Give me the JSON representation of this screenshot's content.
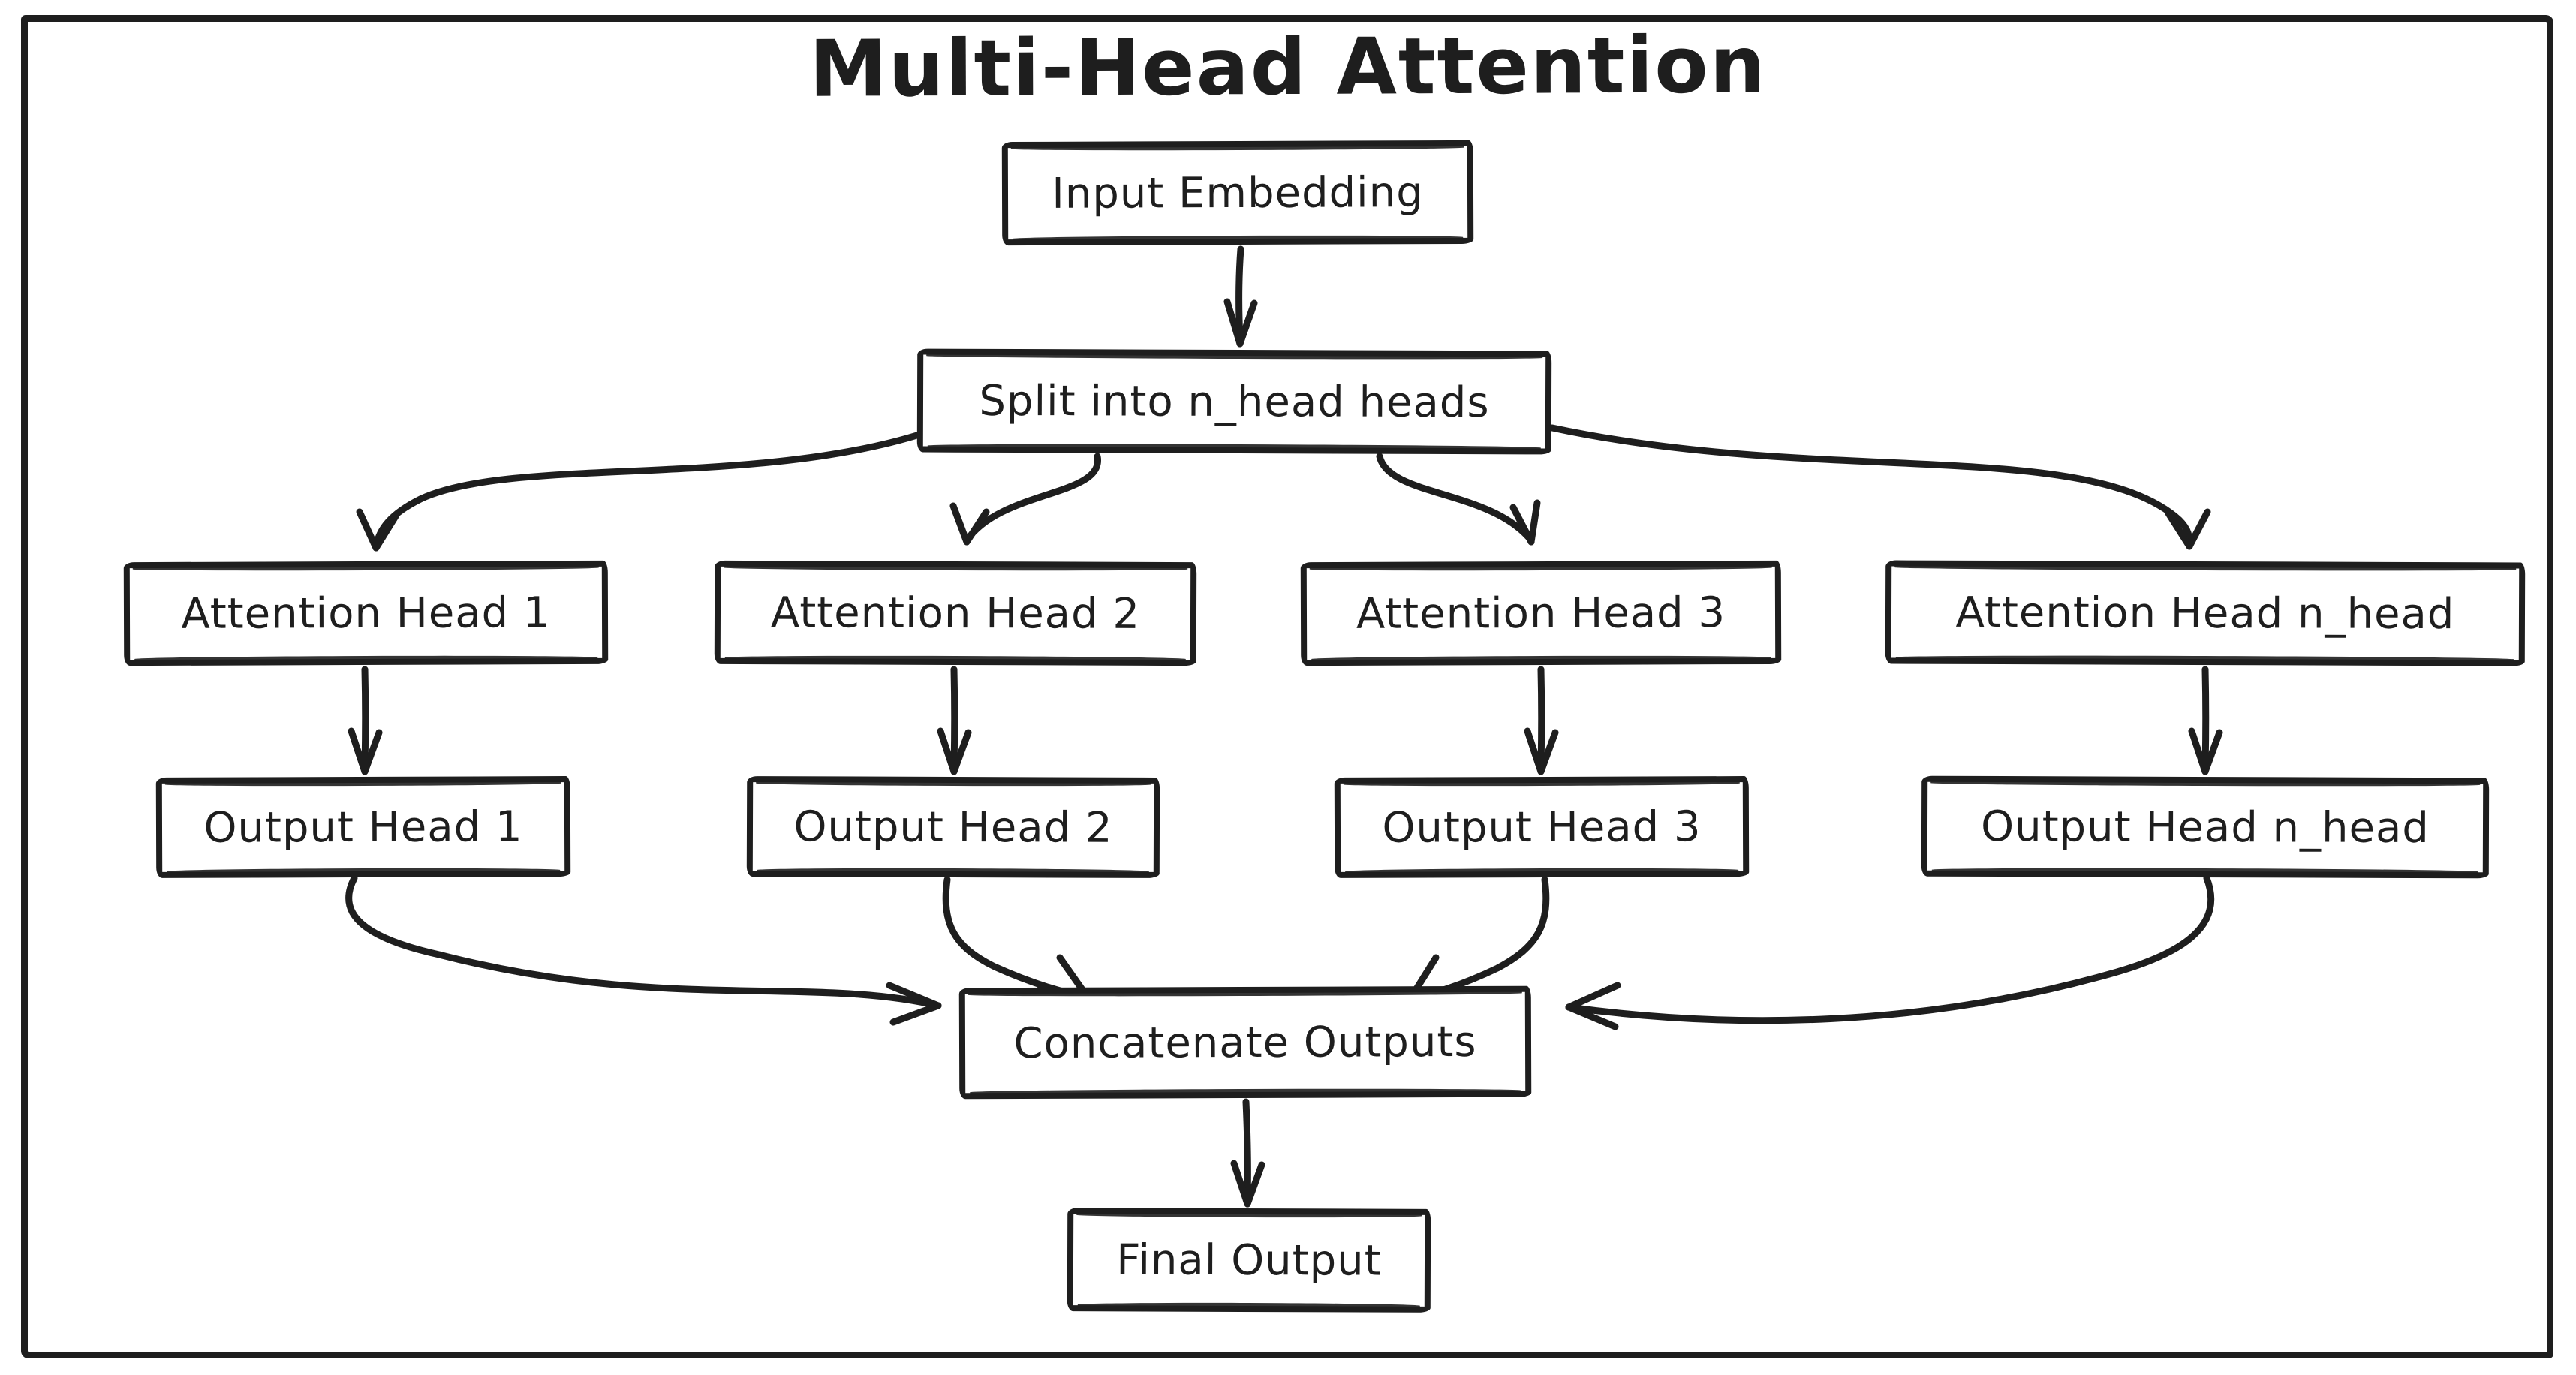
{
  "diagram": {
    "title": "Multi-Head Attention",
    "type": "flowchart",
    "style": "hand-drawn sketch",
    "colors": {
      "ink": "#1e1e1e",
      "background": "#ffffff"
    },
    "nodes": [
      {
        "id": "input",
        "label": "Input Embedding"
      },
      {
        "id": "split",
        "label": "Split into n_head heads"
      },
      {
        "id": "head1",
        "label": "Attention Head 1"
      },
      {
        "id": "head2",
        "label": "Attention Head 2"
      },
      {
        "id": "head3",
        "label": "Attention Head 3"
      },
      {
        "id": "headn",
        "label": "Attention Head n_head"
      },
      {
        "id": "out1",
        "label": "Output Head 1"
      },
      {
        "id": "out2",
        "label": "Output Head 2"
      },
      {
        "id": "out3",
        "label": "Output Head 3"
      },
      {
        "id": "outn",
        "label": "Output Head n_head"
      },
      {
        "id": "concat",
        "label": "Concatenate Outputs"
      },
      {
        "id": "final",
        "label": "Final Output"
      }
    ],
    "edges": [
      {
        "from": "input",
        "to": "split"
      },
      {
        "from": "split",
        "to": "head1"
      },
      {
        "from": "split",
        "to": "head2"
      },
      {
        "from": "split",
        "to": "head3"
      },
      {
        "from": "split",
        "to": "headn"
      },
      {
        "from": "head1",
        "to": "out1"
      },
      {
        "from": "head2",
        "to": "out2"
      },
      {
        "from": "head3",
        "to": "out3"
      },
      {
        "from": "headn",
        "to": "outn"
      },
      {
        "from": "out1",
        "to": "concat"
      },
      {
        "from": "out2",
        "to": "concat"
      },
      {
        "from": "out3",
        "to": "concat"
      },
      {
        "from": "outn",
        "to": "concat"
      },
      {
        "from": "concat",
        "to": "final"
      }
    ]
  }
}
